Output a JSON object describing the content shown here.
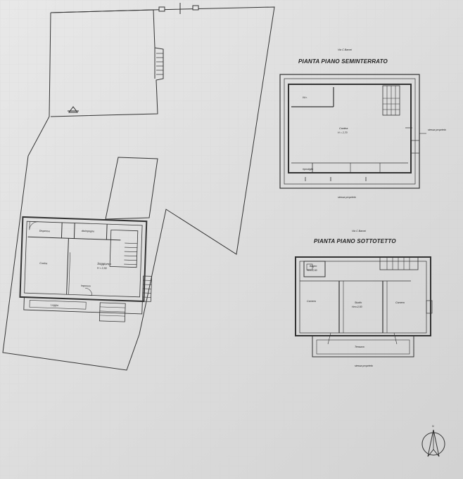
{
  "plans": {
    "basement": {
      "street": "Via C.Baroni",
      "title": "PIANTA PIANO SEMINTERRATO",
      "rooms": {
        "wc": "W.c.",
        "cellar": "Cantina",
        "cellar_height": "H = 2,70",
        "storage": "ripostiglio"
      },
      "neighbor": "stessa proprietà",
      "owner_below": "stessa proprietà"
    },
    "attic": {
      "street": "Via C.Baroni",
      "title": "PIANTA PIANO SOTTOTETTO",
      "rooms": {
        "bath": "Bagno",
        "bath_height": "Hm=2,50",
        "bedroom1": "Camera",
        "closet": "Studio",
        "closet_height": "Hm=2,50",
        "bedroom2": "Camera",
        "terrace": "Terrazzo"
      },
      "owner_below": "stessa proprietà"
    },
    "ground": {
      "rooms": {
        "storeroom": "Dispensa",
        "lobby": "disimpegno",
        "kitchen": "Cucina",
        "living": "Soggiorno",
        "living_height": "H = 2,80",
        "entry": "Ingresso",
        "porch": "Loggia"
      }
    }
  },
  "compass": {
    "label": "N"
  }
}
